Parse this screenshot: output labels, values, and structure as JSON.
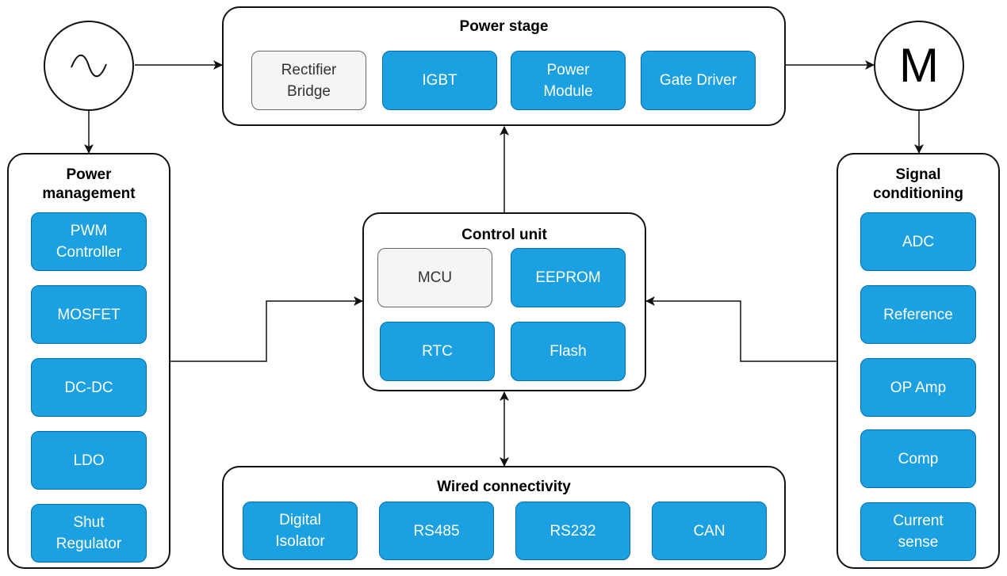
{
  "colors": {
    "component_fill": "#1ba1e2",
    "component_border": "#006eaf",
    "component_text": "#ffffff",
    "passive_fill": "#f5f5f5",
    "passive_border": "#666666",
    "passive_text": "#333333",
    "line": "#111111"
  },
  "ac_source": {
    "symbol": "∿",
    "icon": "sine-wave-icon"
  },
  "motor": {
    "label": "M"
  },
  "power_stage": {
    "title": "Power stage",
    "components": [
      "Rectifier\nBridge",
      "IGBT",
      "Power\nModule",
      "Gate Driver"
    ]
  },
  "power_management": {
    "title": "Power\nmanagement",
    "components": [
      "PWM\nController",
      "MOSFET",
      "DC-DC",
      "LDO",
      "Shut\nRegulator"
    ]
  },
  "control_unit": {
    "title": "Control unit",
    "components": [
      "MCU",
      "EEPROM",
      "RTC",
      "Flash"
    ]
  },
  "signal_conditioning": {
    "title": "Signal\nconditioning",
    "components": [
      "ADC",
      "Reference",
      "OP Amp",
      "Comp",
      "Current\nsense"
    ]
  },
  "wired_connectivity": {
    "title": "Wired connectivity",
    "components": [
      "Digital\nIsolator",
      "RS485",
      "RS232",
      "CAN"
    ]
  }
}
